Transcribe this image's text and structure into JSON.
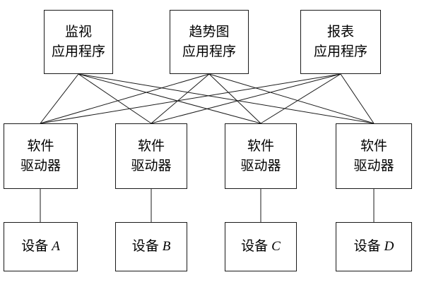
{
  "diagram": {
    "applications": [
      {
        "line1": "监视",
        "line2": "应用程序"
      },
      {
        "line1": "趋势图",
        "line2": "应用程序"
      },
      {
        "line1": "报表",
        "line2": "应用程序"
      }
    ],
    "drivers": [
      {
        "line1": "软件",
        "line2": "驱动器"
      },
      {
        "line1": "软件",
        "line2": "驱动器"
      },
      {
        "line1": "软件",
        "line2": "驱动器"
      },
      {
        "line1": "软件",
        "line2": "驱动器"
      }
    ],
    "devices": [
      {
        "label": "设备",
        "id": "A"
      },
      {
        "label": "设备",
        "id": "B"
      },
      {
        "label": "设备",
        "id": "C"
      },
      {
        "label": "设备",
        "id": "D"
      }
    ],
    "line_color": "#1a1a1a"
  }
}
